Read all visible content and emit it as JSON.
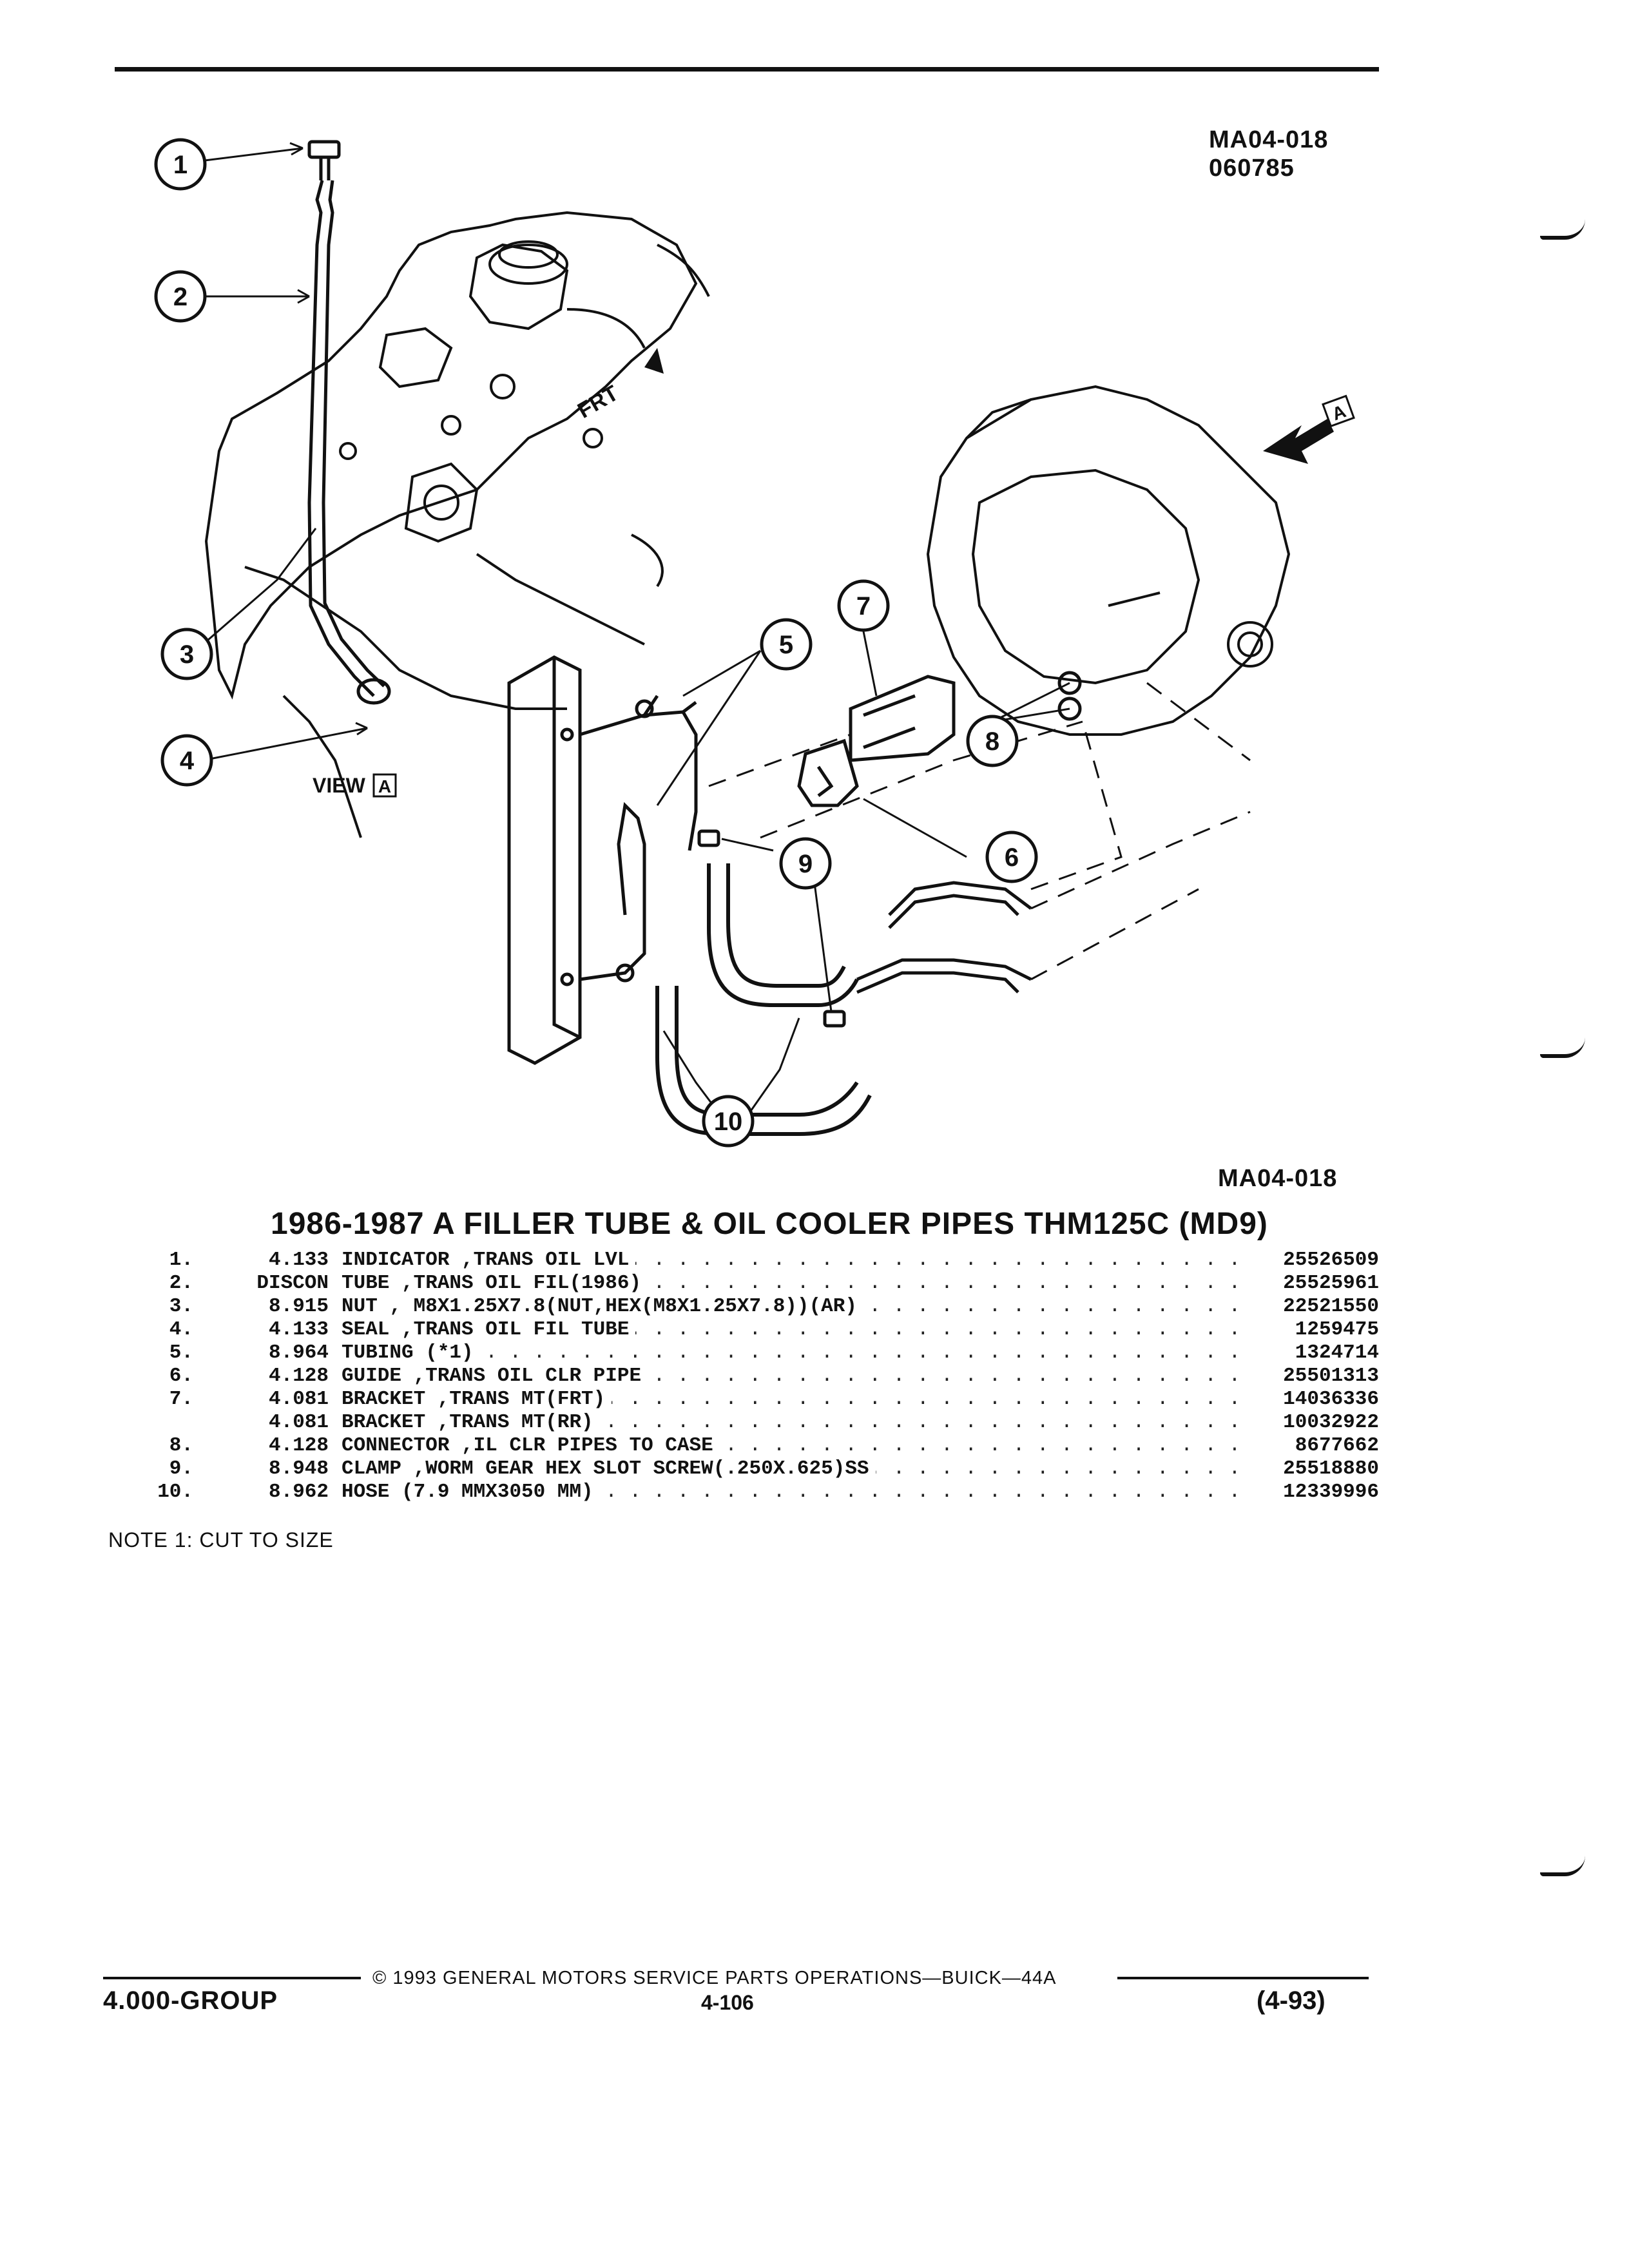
{
  "header": {
    "figure_id_top": "MA04-018",
    "figure_date": "060785",
    "figure_id_bottom": "MA04-018"
  },
  "diagram": {
    "callouts": [
      "1",
      "2",
      "3",
      "4",
      "5",
      "6",
      "7",
      "8",
      "9",
      "10"
    ],
    "view_label": "VIEW",
    "view_box_letter": "A",
    "front_label": "FRT",
    "arrow_box_letter": "A"
  },
  "title": "1986-1987 A FILLER TUBE & OIL COOLER PIPES THM125C (MD9)",
  "parts": [
    {
      "index": "1.",
      "group": "4.133",
      "description": "INDICATOR ,TRANS OIL LVL",
      "part_number": "25526509"
    },
    {
      "index": "2.",
      "group": "DISCON",
      "description": "TUBE ,TRANS OIL FIL(1986)",
      "part_number": "25525961"
    },
    {
      "index": "3.",
      "group": "8.915",
      "description": "NUT , M8X1.25X7.8(NUT,HEX(M8X1.25X7.8))(AR)",
      "part_number": "22521550"
    },
    {
      "index": "4.",
      "group": "4.133",
      "description": "SEAL ,TRANS OIL FIL TUBE",
      "part_number": "1259475"
    },
    {
      "index": "5.",
      "group": "8.964",
      "description": "TUBING (*1)",
      "part_number": "1324714"
    },
    {
      "index": "6.",
      "group": "4.128",
      "description": "GUIDE ,TRANS OIL CLR PIPE",
      "part_number": "25501313"
    },
    {
      "index": "7.",
      "group": "4.081",
      "description": "BRACKET ,TRANS MT(FRT)",
      "part_number": "14036336"
    },
    {
      "index": "",
      "group": "4.081",
      "description": "BRACKET ,TRANS MT(RR)",
      "part_number": "10032922"
    },
    {
      "index": "8.",
      "group": "4.128",
      "description": "CONNECTOR ,IL CLR PIPES TO CASE",
      "part_number": "8677662"
    },
    {
      "index": "9.",
      "group": "8.948",
      "description": "CLAMP ,WORM GEAR HEX SLOT SCREW(.250X.625)SS",
      "part_number": "25518880"
    },
    {
      "index": "10.",
      "group": "8.962",
      "description": "HOSE (7.9 MMX3050 MM)",
      "part_number": "12339996"
    }
  ],
  "note": "NOTE  1:  CUT TO SIZE",
  "footer": {
    "copyright": "© 1993 GENERAL MOTORS SERVICE PARTS OPERATIONS—BUICK—44A",
    "group": "4.000-GROUP",
    "page": "4-106",
    "date_code": "(4-93)"
  }
}
